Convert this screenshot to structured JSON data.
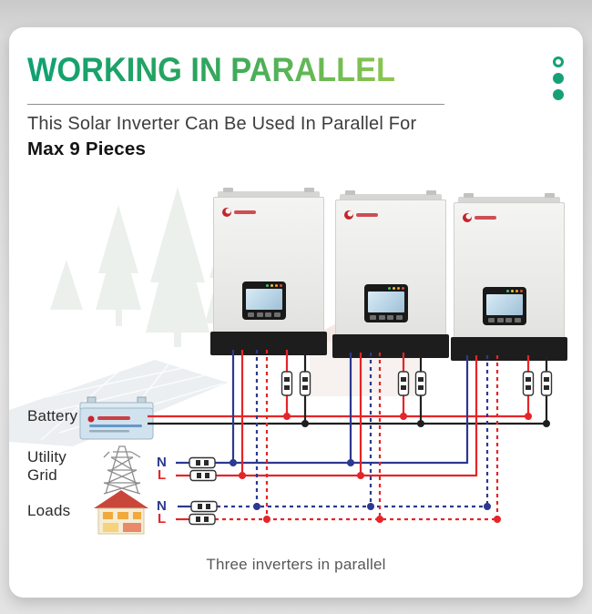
{
  "card": {
    "title": "WORKING IN PARALLEL",
    "subtitle_line1": "This Solar Inverter Can Be Used In Parallel For",
    "subtitle_line2": "Max 9 Pieces",
    "caption": "Three inverters in parallel"
  },
  "diagram": {
    "inverter_count": 3,
    "source_labels": {
      "battery": "Battery",
      "utility_line1": "Utility",
      "utility_line2": "Grid",
      "loads": "Loads"
    },
    "wire_labels": {
      "grid_neutral": "N",
      "grid_live": "L",
      "loads_neutral": "N",
      "loads_live": "L"
    },
    "buses": [
      {
        "name": "battery-positive",
        "color": "#e52528",
        "style": "solid"
      },
      {
        "name": "battery-negative",
        "color": "#1f1f1f",
        "style": "solid"
      },
      {
        "name": "utility-grid-neutral",
        "color": "#2b3990",
        "style": "solid"
      },
      {
        "name": "utility-grid-live",
        "color": "#e52528",
        "style": "solid"
      },
      {
        "name": "loads-neutral",
        "color": "#2b3990",
        "style": "dashed"
      },
      {
        "name": "loads-live",
        "color": "#e52528",
        "style": "dashed"
      }
    ]
  },
  "colors": {
    "title_gradient_start": "#0fa173",
    "title_gradient_mid": "#2aa45e",
    "title_gradient_end": "#8fc74f",
    "accent_teal": "#16a078",
    "wire_live_red": "#e52528",
    "wire_neutral_blue": "#2b3990",
    "wire_negative_black": "#1f1f1f"
  }
}
